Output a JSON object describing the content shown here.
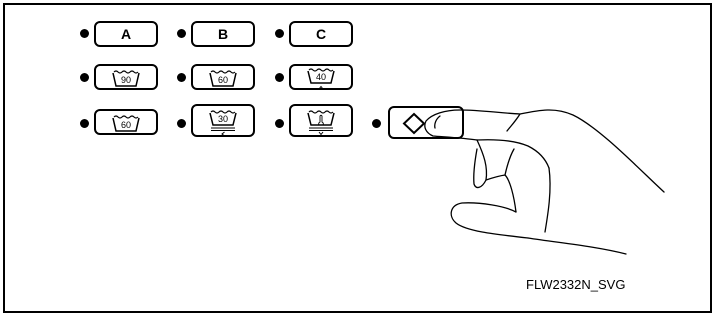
{
  "buttons_row1": [
    {
      "id": "a",
      "label": "A"
    },
    {
      "id": "b",
      "label": "B"
    },
    {
      "id": "c",
      "label": "C"
    }
  ],
  "buttons_row2": [
    {
      "id": "wash-90",
      "temp": "90",
      "icon": "wash-tub-icon"
    },
    {
      "id": "wash-60",
      "temp": "60",
      "icon": "wash-tub-icon"
    },
    {
      "id": "wash-40-gentle",
      "temp": "40",
      "icon": "wash-tub-gentle-icon",
      "mark": "^"
    }
  ],
  "buttons_row3": [
    {
      "id": "wash-60-plain",
      "temp": "60",
      "icon": "wash-tub-icon"
    },
    {
      "id": "wash-30-delicate",
      "temp": "30",
      "icon": "wash-tub-delicate-icon",
      "mark": "<"
    },
    {
      "id": "wash-hand",
      "temp": "",
      "icon": "hand-wash-tub-icon",
      "mark": "v"
    }
  ],
  "start_button": {
    "icon": "start-diamond-icon"
  },
  "caption": "FLW2332N_SVG",
  "colors": {
    "line": "#000000",
    "background": "#ffffff"
  }
}
